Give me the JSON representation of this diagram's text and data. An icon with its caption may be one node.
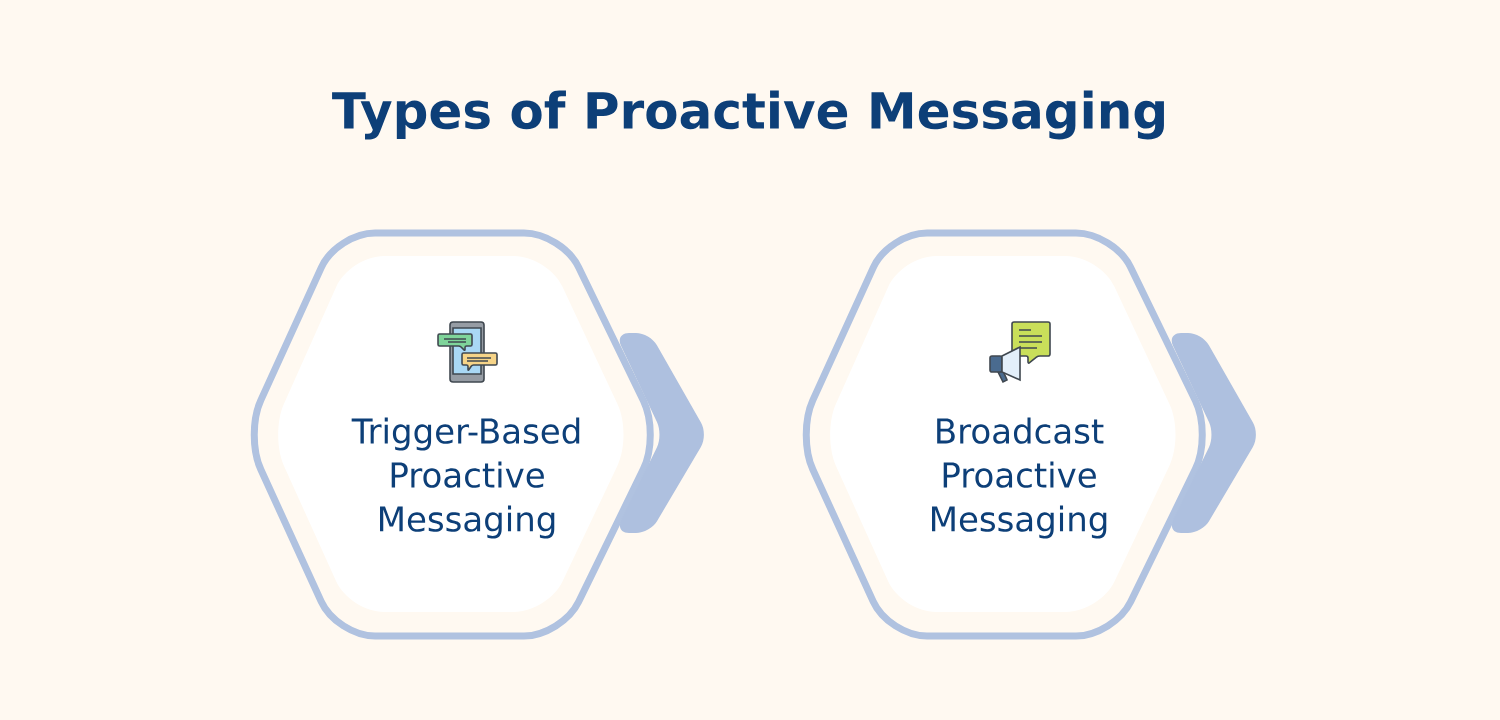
{
  "diagram": {
    "title": "Types of Proactive Messaging",
    "nodes": [
      {
        "text": [
          "Trigger-Based Proactive Messaging"
        ]
      },
      {
        "text": [
          "Broadcast Proactive Messaging"
        ]
      }
    ]
  }
}
